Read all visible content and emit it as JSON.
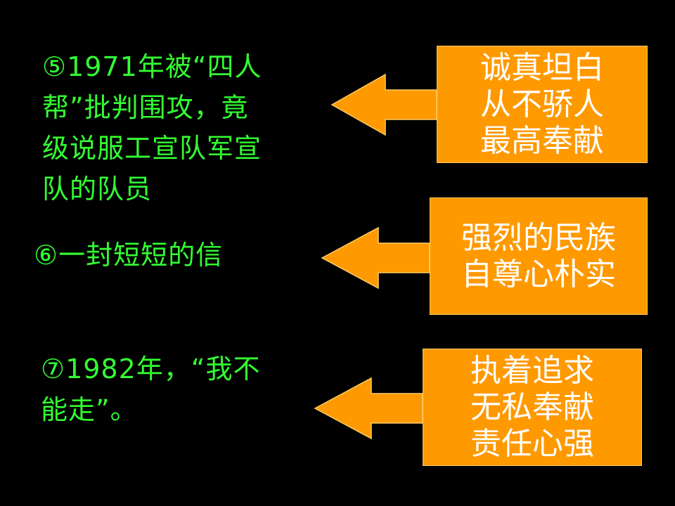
{
  "items": [
    {
      "lines": [
        "⑤1971年被“四人",
        "帮”批判围攻，竟",
        "级说服工宣队军宣",
        "队的队员"
      ],
      "box_lines": [
        "诚真坦白",
        "从不骄人",
        "最高奉献"
      ]
    },
    {
      "lines": [
        "⑥一封短短的信"
      ],
      "box_lines": [
        "强烈的民族",
        "自尊心朴实"
      ]
    },
    {
      "lines": [
        "⑦1982年，“我不",
        "能走”。"
      ],
      "box_lines": [
        "执着追求",
        "无私奉献",
        "责任心强"
      ]
    }
  ],
  "colors": {
    "background": "#000000",
    "item_text": "#33ff33",
    "box_fill": "#ff9900",
    "box_text": "#ffffff",
    "arrow_fill": "#ff9900",
    "arrow_stroke": "#ffcc66"
  }
}
